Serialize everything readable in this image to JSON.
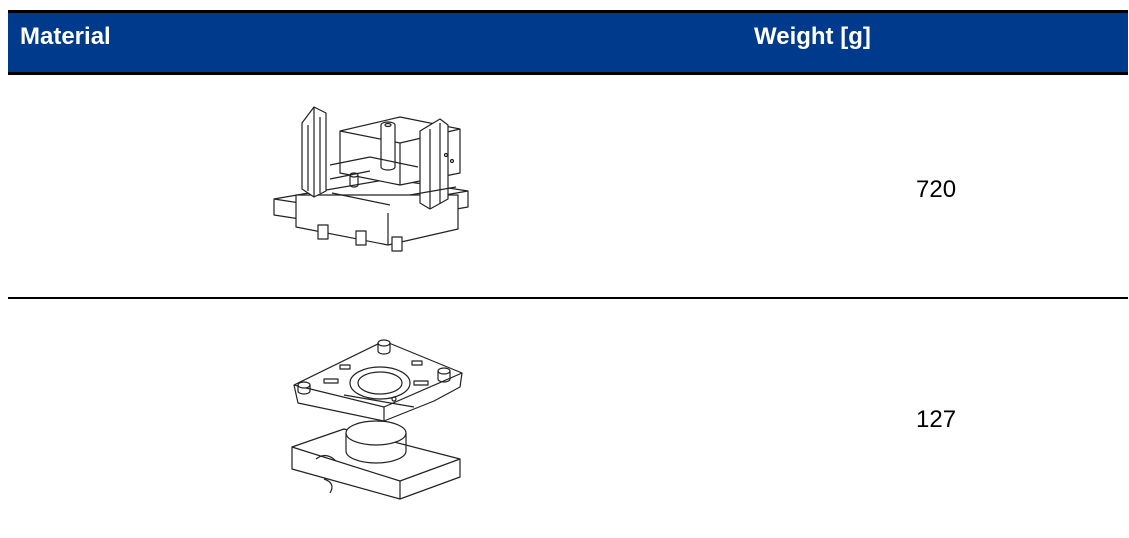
{
  "table": {
    "header": {
      "material": "Material",
      "weight": "Weight [g]"
    },
    "rows": [
      {
        "part_icon": "frame-housing-drawing-icon",
        "weight": "720"
      },
      {
        "part_icon": "mounting-plate-drawing-icon",
        "weight": "127"
      }
    ]
  },
  "colors": {
    "header_bg": "#003a8c",
    "header_text": "#ffffff",
    "rule": "#000000"
  }
}
